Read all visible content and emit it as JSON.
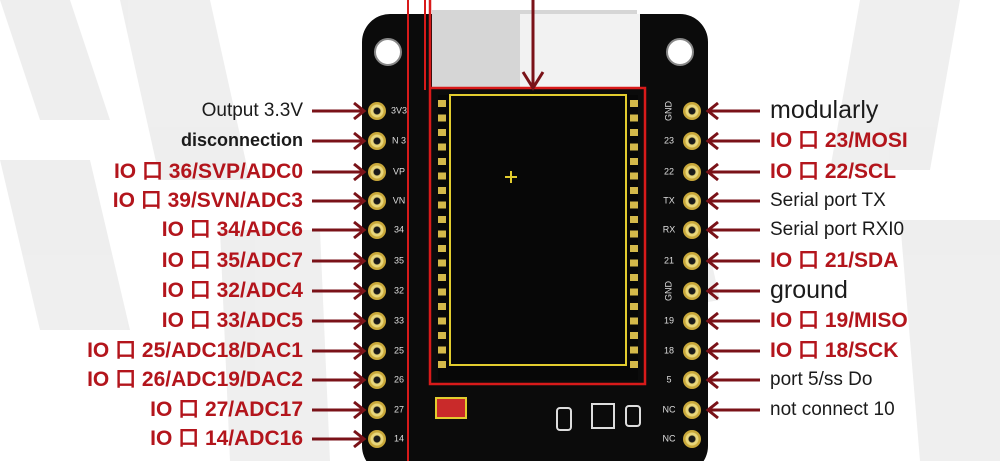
{
  "left_pins": [
    {
      "silk": "3V3",
      "label": "Output 3.3V",
      "style": "plain"
    },
    {
      "silk": "N 3",
      "label": "disconnection",
      "style": "plain-bold"
    },
    {
      "silk": "VP",
      "label": "IO 口 36/SVP/ADC0",
      "style": "red"
    },
    {
      "silk": "VN",
      "label": "IO 口 39/SVN/ADC3",
      "style": "red"
    },
    {
      "silk": "34",
      "label": "IO 口 34/ADC6",
      "style": "red"
    },
    {
      "silk": "35",
      "label": "IO 口 35/ADC7",
      "style": "red"
    },
    {
      "silk": "32",
      "label": "IO 口 32/ADC4",
      "style": "red"
    },
    {
      "silk": "33",
      "label": "IO 口 33/ADC5",
      "style": "red"
    },
    {
      "silk": "25",
      "label": "IO 口 25/ADC18/DAC1",
      "style": "red"
    },
    {
      "silk": "26",
      "label": "IO 口 26/ADC19/DAC2",
      "style": "red"
    },
    {
      "silk": "27",
      "label": "IO 口 27/ADC17",
      "style": "red"
    },
    {
      "silk": "14",
      "label": "IO 口 14/ADC16",
      "style": "red"
    }
  ],
  "right_pins": [
    {
      "silk": "GND",
      "label": "modularly",
      "style": "big"
    },
    {
      "silk": "23",
      "label": "IO 口 23/MOSI",
      "style": "red"
    },
    {
      "silk": "22",
      "label": "IO 口 22/SCL",
      "style": "red"
    },
    {
      "silk": "TX",
      "label": "Serial port TX",
      "style": "plain"
    },
    {
      "silk": "RX",
      "label": "Serial port RXI0",
      "style": "plain"
    },
    {
      "silk": "21",
      "label": "IO 口 21/SDA",
      "style": "red"
    },
    {
      "silk": "GND",
      "label": "ground",
      "style": "big"
    },
    {
      "silk": "19",
      "label": "IO 口 19/MISO",
      "style": "red"
    },
    {
      "silk": "18",
      "label": "IO 口 18/SCK",
      "style": "red"
    },
    {
      "silk": "5",
      "label": "port 5/ss Do",
      "style": "plain"
    },
    {
      "silk": "NC",
      "label": "not connect 10",
      "style": "plain"
    },
    {
      "silk": "NC",
      "label": "",
      "style": "plain"
    }
  ],
  "colors": {
    "board": "#0b0b0b",
    "pad_gold": "#d4b94a",
    "arrow": "#7a1218",
    "label_red": "#b3151c",
    "chip_outline": "#e2cc2e",
    "frame_red": "#d81a1a"
  }
}
